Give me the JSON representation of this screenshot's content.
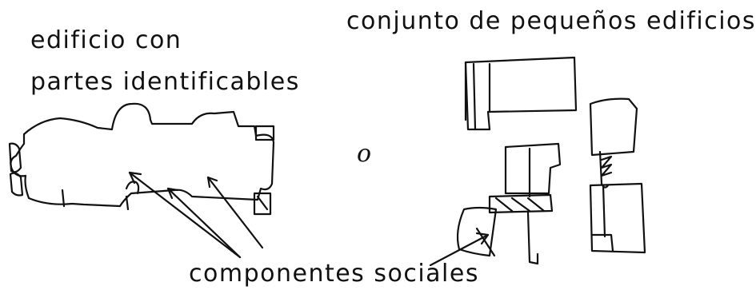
{
  "left_panel": {
    "title_line1": "edificio con",
    "title_line2": "partes identificables"
  },
  "right_panel": {
    "title": "conjunto de pequeños edificios"
  },
  "connector_text": "o",
  "caption": "componentes sociales"
}
